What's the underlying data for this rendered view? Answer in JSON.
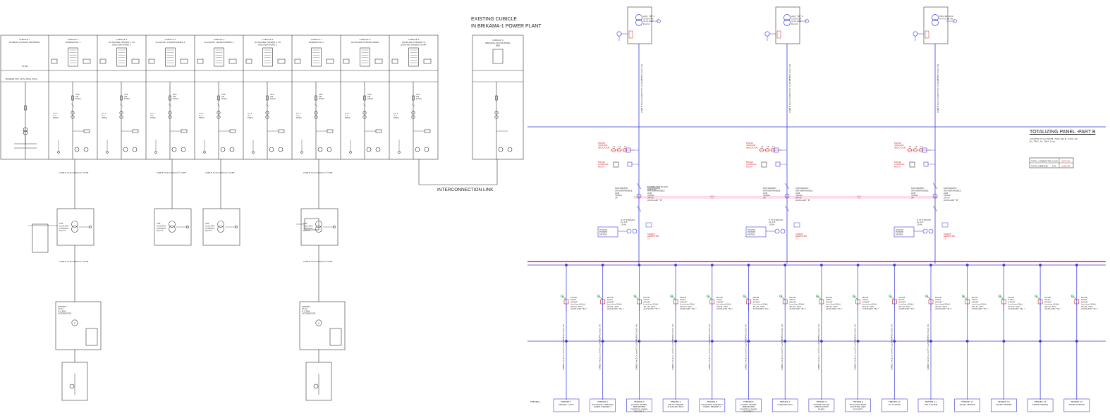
{
  "titles": {
    "existing": "EXISTING CUBICLE",
    "brikama": "IN BRIKAMA-1 POWER PLANT",
    "interconnection": "INTERCONNECTION LINK",
    "totalizing": "TOTALIZING  PANEL -PART B"
  },
  "left_cubicles": [
    {
      "num": "CUBICLE 1",
      "name": "BUSBAR VOLTAGE METERING"
    },
    {
      "num": "CUBICLE 2",
      "name": "GENERATOR 1"
    },
    {
      "num": "CUBICLE 3",
      "name": "OUTGOING FEEDER 1 TO GRID NETWORK 1"
    },
    {
      "num": "CUBICLE 4",
      "name": "AUXILIARY TRANSFORMER 1"
    },
    {
      "num": "CUBICLE 5",
      "name": "AUXILIARY TRANSFORMER 2"
    },
    {
      "num": "CUBICLE 6",
      "name": "OUTGOING FEEDER 2 TO GRID NETWORK 2"
    },
    {
      "num": "CUBICLE 7",
      "name": "GENERATOR 2"
    },
    {
      "num": "CUBICLE 8",
      "name": "OUTGOING FEEDER SPARE"
    },
    {
      "num": "CUBICLE 9",
      "name": "COUPLING FEEDER TO EXISTING POWER PLANT"
    }
  ],
  "existing_cubicle": {
    "num": "CUBICLE 1",
    "name": "BRIKAMA-1B COUPLING (BB)"
  },
  "totalizing_info": {
    "note": "LOCATED AT LV ROOM, 700A 3P+N, 415V, 50 Hz, TN-S, Icc 25kA 1 sec",
    "rows": [
      {
        "label": "TOTAL CONNECTED LOAD",
        "value": "2073.00"
      },
      {
        "label": "TOTAL DEMAND",
        "unit": "kVA",
        "value": "1202.00"
      }
    ]
  },
  "transformers": [
    {
      "text": "AUX. TRF 1 1250 kVA 11/0.4 kV Dyn11"
    },
    {
      "text": "AUX. TRF 2 1250 kVA 11/0.4 kV Dyn11"
    },
    {
      "text": "EDG 400 kVA 0.4 kV 50 Hz"
    }
  ],
  "feeders": [
    {
      "id": "FEEDER 1",
      "name": "ENGINE 1 MCC"
    },
    {
      "id": "FEEDER 2",
      "name": "RADIATOR CONTROL PANEL ENGINE 1"
    },
    {
      "id": "FEEDER 3",
      "name": "JACKET WATER PREHEATER CONTROL PANEL ENGINE 1"
    },
    {
      "id": "FEEDER 4",
      "name": "UNIT-2 ENGINE AUXILIARY MCC"
    },
    {
      "id": "FEEDER 5",
      "name": "RADIATOR CONTROL PANEL ENGINE 2"
    },
    {
      "id": "FEEDER 6",
      "name": "JACKET WATER PREHEATER CONTROL PANEL ENGINE 2"
    },
    {
      "id": "FEEDER 7",
      "name": "COMMON MCC"
    },
    {
      "id": "FEEDER 8",
      "name": "POWER HOUSE VENTILATION PANEL"
    },
    {
      "id": "FEEDER 9",
      "name": "BUILDING MDB LIGHTING AND SOCKETS"
    },
    {
      "id": "FEEDER 10",
      "name": "DC SYSTEM"
    },
    {
      "id": "FEEDER 11",
      "name": "UPS SYSTEM"
    },
    {
      "id": "FEEDER 12",
      "name": "SPARE FEEDER"
    },
    {
      "id": "FEEDER 13",
      "name": "SPARE FEEDER"
    },
    {
      "id": "FEEDER 14",
      "name": "SPARE FEEDER"
    },
    {
      "id": "FEEDER 15",
      "name": "SPARE FEEDER"
    }
  ],
  "labels": {
    "mccb": "MCCB",
    "digital_meter": "DIGITAL POWER METER",
    "motorized": "MOTORIZED WITHDRAWABLE ACB",
    "connector": "CONNECTOR BLOCK (TYPICAL)",
    "phase_volt": "PHASE VOLTAGE INDICATOR",
    "phase_control": "PHASE CONTROL RELAY",
    "phases": [
      "L1",
      "L2",
      "L3"
    ]
  },
  "colors": {
    "blue": "#3a3ad8",
    "magenta": "#e0137e",
    "red": "#d21e1e",
    "pink": "#e86aa6",
    "green": "#1c9a38",
    "line": "#333333"
  }
}
